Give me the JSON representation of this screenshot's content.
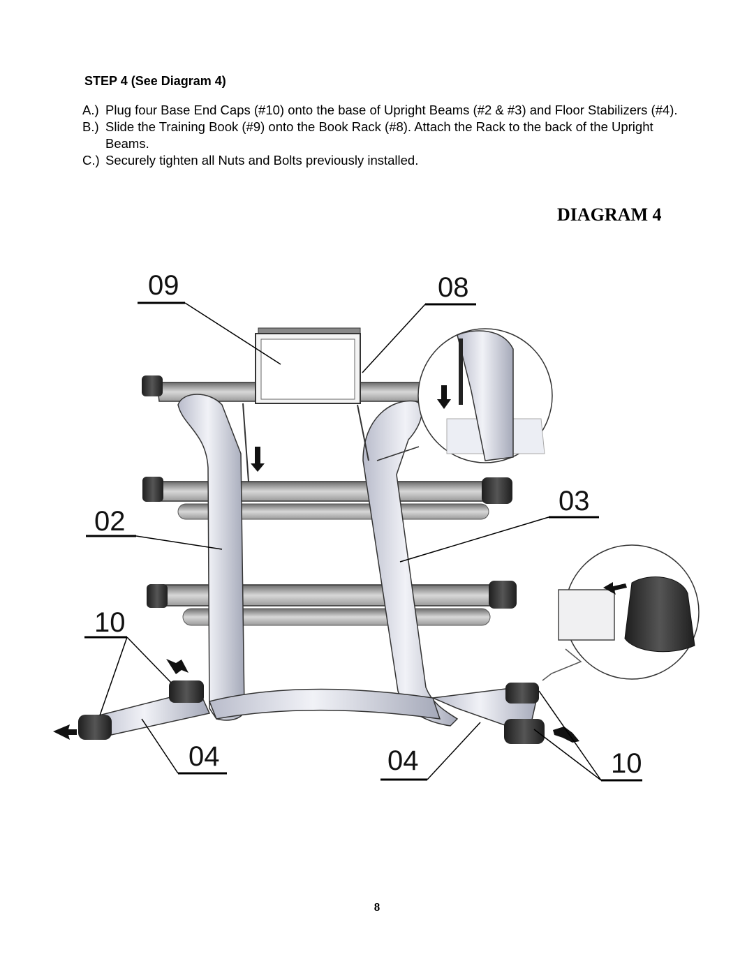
{
  "step_title": "STEP 4 (See Diagram 4)",
  "instructions": [
    {
      "mark": "A.)",
      "text": "Plug four Base End Caps (#10) onto the base of Upright Beams (#2 & #3) and Floor Stabilizers (#4)."
    },
    {
      "mark": "B.)",
      "text": "Slide the Training Book (#9) onto the Book Rack (#8).  Attach the Rack to the back of the Upright Beams."
    },
    {
      "mark": "C.)",
      "text": "Securely tighten all Nuts and Bolts previously installed."
    }
  ],
  "diagram_title": "DIAGRAM 4",
  "callouts": {
    "book": "09",
    "book_rack": "08",
    "upright_left": "02",
    "upright_right": "03",
    "end_caps_left": "10",
    "end_caps_right": "10",
    "stabilizer_left": "04",
    "stabilizer_right": "04"
  },
  "page_number": "8",
  "colors": {
    "frame_light": "#e4e6ef",
    "frame_shadow": "#9fa3b3",
    "cap_dark": "#2b2b2b",
    "outline": "#222222"
  }
}
